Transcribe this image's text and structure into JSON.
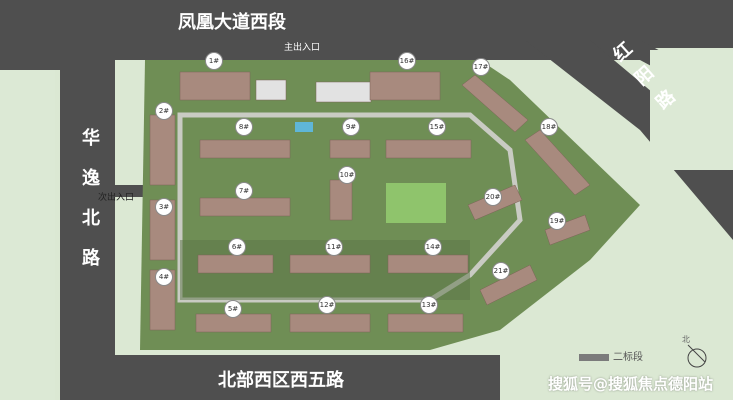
{
  "roads": {
    "north": "凤凰大道西段",
    "south": "北部西区西五路",
    "west": "华逸北路",
    "east": "红阳路"
  },
  "entrances": {
    "main": "主出入口",
    "secondary": "次出入口"
  },
  "buildings": [
    "1#",
    "2#",
    "3#",
    "4#",
    "5#",
    "6#",
    "7#",
    "8#",
    "9#",
    "10#",
    "11#",
    "12#",
    "13#",
    "14#",
    "15#",
    "16#",
    "17#",
    "18#",
    "19#",
    "20#",
    "21#"
  ],
  "legend": {
    "label": "二标段"
  },
  "north_label": "北",
  "watermark": "搜狐号@搜狐焦点德阳站",
  "colors": {
    "road": "#4a4a4a",
    "grass": "#cfe0c4",
    "site": "#6e8c52",
    "building": "#a98a7e",
    "water": "#5fb6d8"
  }
}
